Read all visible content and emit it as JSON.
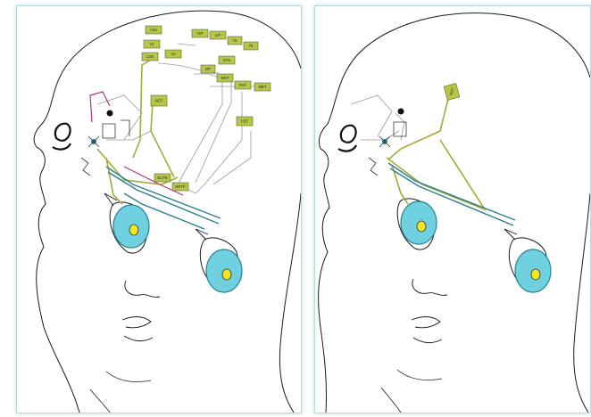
{
  "colors": {
    "frame": "#b8dbe2",
    "outline": "#1a1a1a",
    "box_fill": "#b7c64a",
    "olive_path": "#a9a83a",
    "teal_path": "#2a7f90",
    "magenta_path": "#b0387a",
    "eye_fill": "#6fd1e0",
    "pupil": "#f2e623"
  },
  "left_panel": {
    "boxes": [
      {
        "id": "box-v3a",
        "label": "V3a"
      },
      {
        "id": "box-v1",
        "label": "V1"
      },
      {
        "id": "box-lgn",
        "label": "LGN"
      },
      {
        "id": "box-v2",
        "label": "V2"
      },
      {
        "id": "box-vip",
        "label": "VIP"
      },
      {
        "id": "box-lip",
        "label": "LIP"
      },
      {
        "id": "box-7a",
        "label": "7a"
      },
      {
        "id": "box-7b",
        "label": "7b"
      },
      {
        "id": "box-sts",
        "label": "STS"
      },
      {
        "id": "box-mt",
        "label": "MT"
      },
      {
        "id": "box-mst",
        "label": "MST"
      },
      {
        "id": "box-pst",
        "label": "PST"
      },
      {
        "id": "box-met",
        "label": "MET"
      },
      {
        "id": "box-not",
        "label": "NOT"
      },
      {
        "id": "box-fef",
        "label": "FEF"
      },
      {
        "id": "box-dlpn",
        "label": "DLPN"
      },
      {
        "id": "box-nrtp",
        "label": "NRTP"
      }
    ]
  },
  "right_panel": {
    "boxes": [
      {
        "id": "box-not-right",
        "label": "NOT"
      }
    ]
  },
  "icons": [
    "head-outline",
    "eye",
    "neuron-cluster"
  ]
}
